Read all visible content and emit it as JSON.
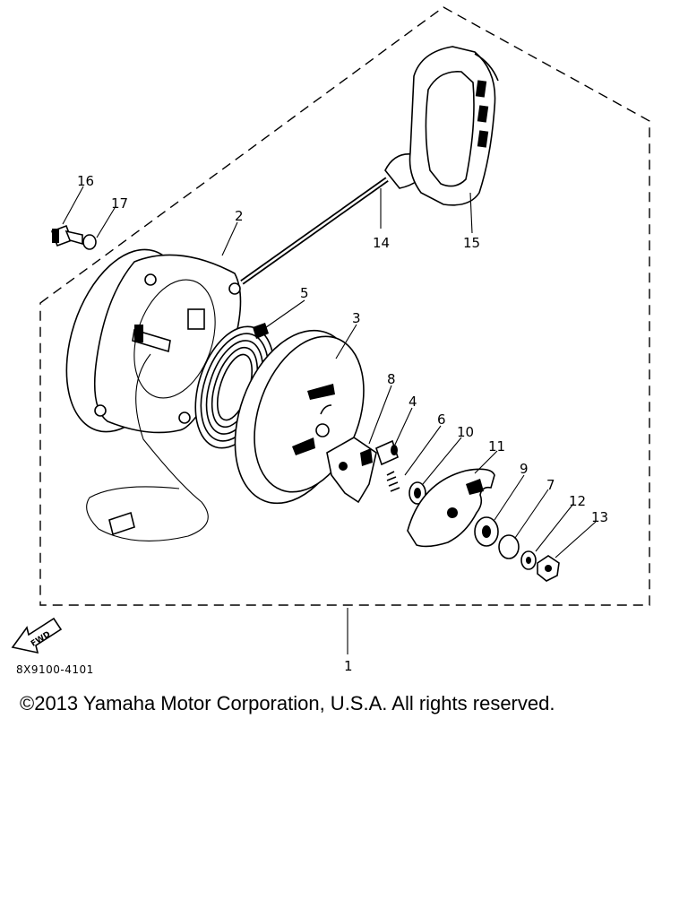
{
  "diagram": {
    "callouts": [
      {
        "id": "p1",
        "label": "1"
      },
      {
        "id": "p2",
        "label": "2"
      },
      {
        "id": "p3",
        "label": "3"
      },
      {
        "id": "p4",
        "label": "4"
      },
      {
        "id": "p5",
        "label": "5"
      },
      {
        "id": "p6",
        "label": "6"
      },
      {
        "id": "p7",
        "label": "7"
      },
      {
        "id": "p8",
        "label": "8"
      },
      {
        "id": "p9",
        "label": "9"
      },
      {
        "id": "p10",
        "label": "10"
      },
      {
        "id": "p11",
        "label": "11"
      },
      {
        "id": "p12",
        "label": "12"
      },
      {
        "id": "p13",
        "label": "13"
      },
      {
        "id": "p14",
        "label": "14"
      },
      {
        "id": "p15",
        "label": "15"
      },
      {
        "id": "p16",
        "label": "16"
      },
      {
        "id": "p17",
        "label": "17"
      }
    ],
    "fwd_label": "FWD",
    "diagram_code": "8X9100-4101"
  },
  "footer": {
    "copyright": "©2013 Yamaha Motor Corporation, U.S.A. All rights reserved."
  }
}
